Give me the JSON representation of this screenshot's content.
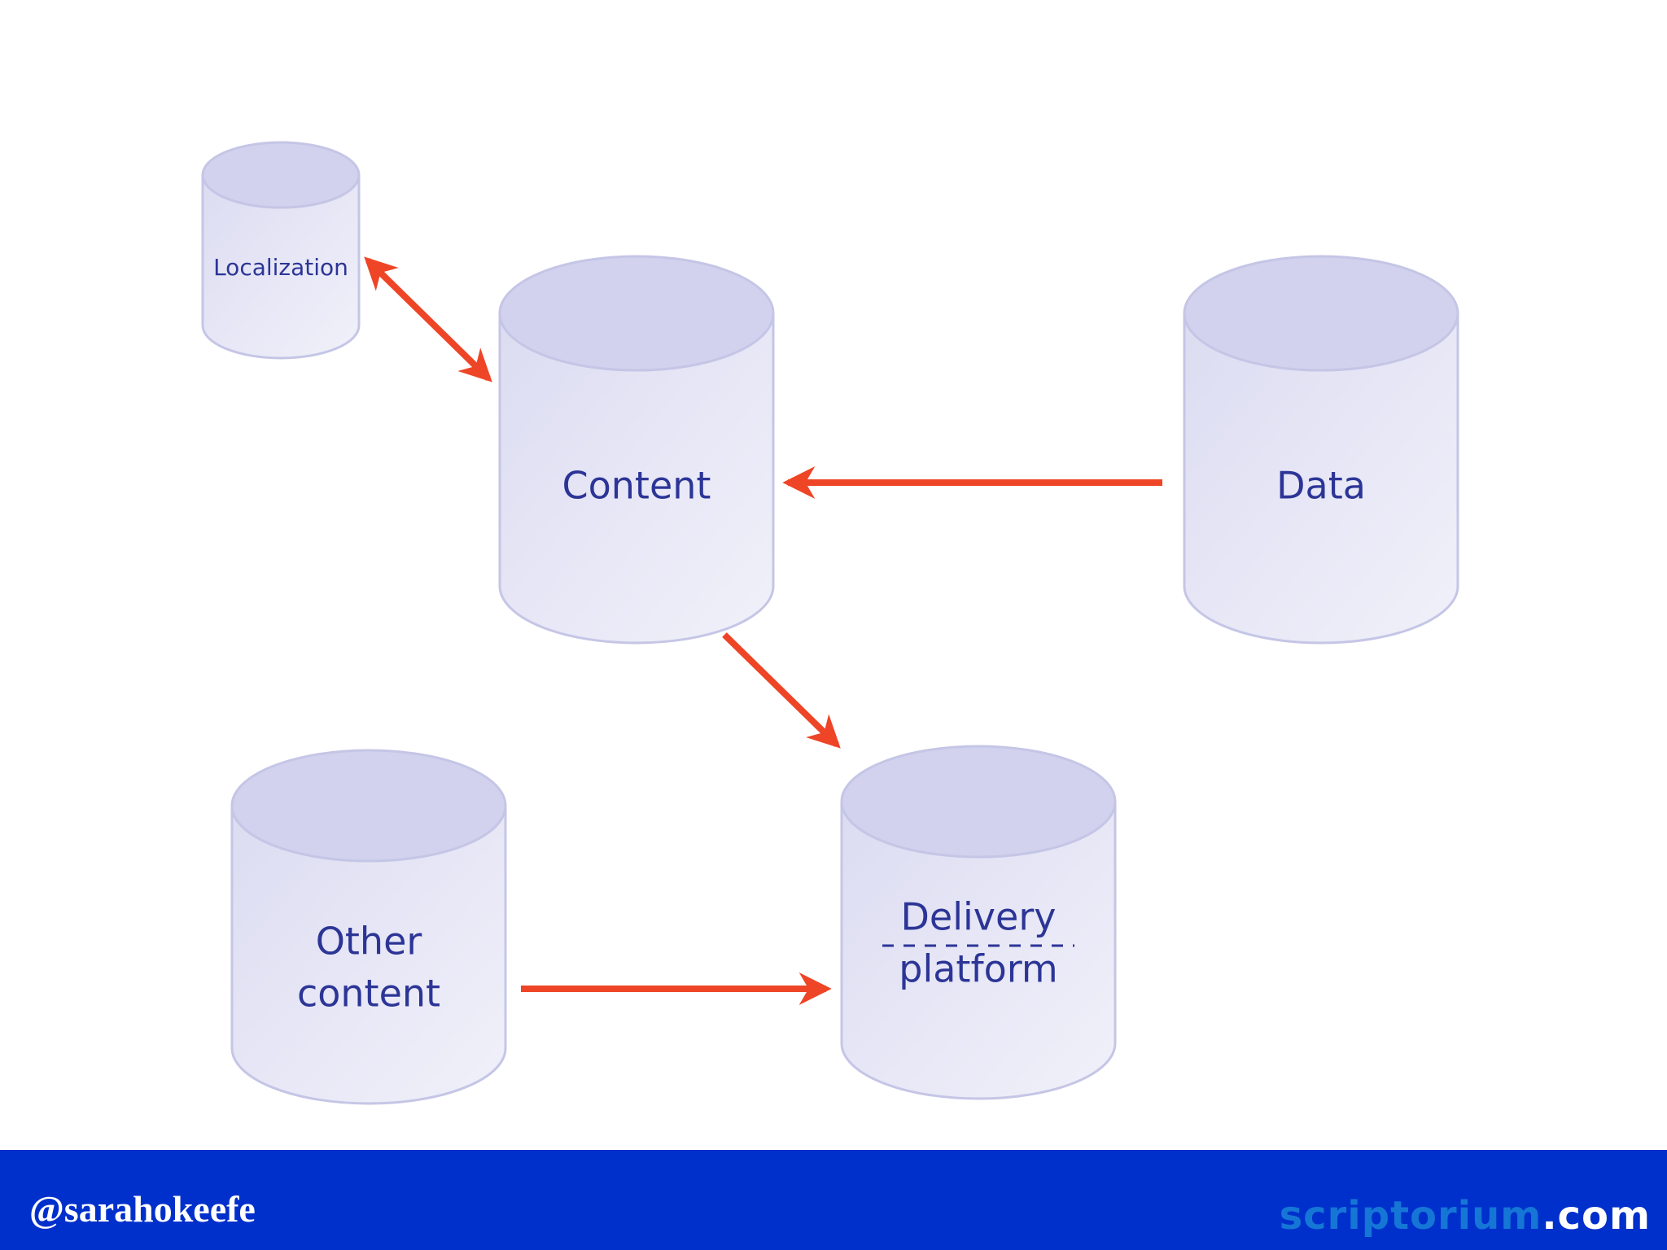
{
  "diagram": {
    "nodes": [
      {
        "id": "localization",
        "lines": [
          "Localization"
        ]
      },
      {
        "id": "content",
        "lines": [
          "Content"
        ]
      },
      {
        "id": "data",
        "lines": [
          "Data"
        ]
      },
      {
        "id": "other-content",
        "lines": [
          "Other",
          "content"
        ]
      },
      {
        "id": "delivery-platform",
        "lines": [
          "Delivery",
          "platform"
        ]
      }
    ],
    "edges": [
      {
        "from": "localization",
        "to": "content",
        "direction": "both"
      },
      {
        "from": "data",
        "to": "content",
        "direction": "forward"
      },
      {
        "from": "content",
        "to": "delivery-platform",
        "direction": "forward"
      },
      {
        "from": "other-content",
        "to": "delivery-platform",
        "direction": "forward"
      }
    ],
    "colors": {
      "cylinder_fill": "#e3e3f5",
      "cylinder_top": "#d2d2ee",
      "cylinder_stroke": "#c5c6e6",
      "label": "#2c3596",
      "arrow": "#ee4527"
    }
  },
  "footer": {
    "handle": "@sarahokeefe",
    "brand_main": "scriptorium",
    "brand_tld": ".com",
    "background": "#0030cc"
  }
}
